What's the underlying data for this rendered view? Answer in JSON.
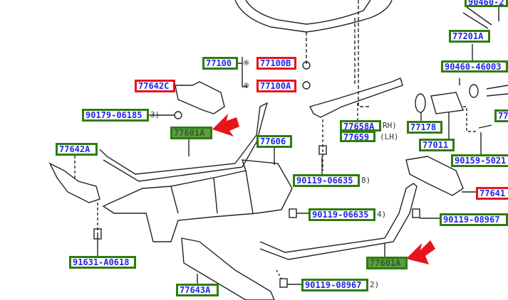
{
  "labels": [
    {
      "id": "90460-2x",
      "text": "90460-2",
      "kind": "normal"
    },
    {
      "id": "77201A",
      "text": "77201A",
      "kind": "normal"
    },
    {
      "id": "90460-46003",
      "text": "90460-46003",
      "kind": "normal"
    },
    {
      "id": "77100",
      "text": "77100",
      "kind": "normal"
    },
    {
      "id": "77100B",
      "text": "77100B",
      "kind": "missing"
    },
    {
      "id": "77100A",
      "text": "77100A",
      "kind": "missing"
    },
    {
      "id": "77642C",
      "text": "77642C",
      "kind": "missing"
    },
    {
      "id": "90179-06185",
      "text": "90179-06185",
      "kind": "normal"
    },
    {
      "id": "77601A-top",
      "text": "77601A",
      "kind": "highlighted"
    },
    {
      "id": "77606",
      "text": "77606",
      "kind": "normal"
    },
    {
      "id": "77642A",
      "text": "77642A",
      "kind": "normal"
    },
    {
      "id": "77658A",
      "text": "77658A",
      "kind": "normal"
    },
    {
      "id": "77659",
      "text": "77659",
      "kind": "normal"
    },
    {
      "id": "77178",
      "text": "77178",
      "kind": "normal"
    },
    {
      "id": "77011",
      "text": "77011",
      "kind": "normal"
    },
    {
      "id": "77-right",
      "text": "77",
      "kind": "normal"
    },
    {
      "id": "90159-5021",
      "text": "90159-5021",
      "kind": "normal"
    },
    {
      "id": "90119-06635-a",
      "text": "90119-06635",
      "kind": "normal"
    },
    {
      "id": "77641",
      "text": "77641",
      "kind": "missing"
    },
    {
      "id": "90119-06635-b",
      "text": "90119-06635",
      "kind": "normal"
    },
    {
      "id": "90119-08967-a",
      "text": "90119-08967",
      "kind": "normal"
    },
    {
      "id": "91631-A0618",
      "text": "91631-A0618",
      "kind": "normal"
    },
    {
      "id": "77601A-bottom",
      "text": "77601A",
      "kind": "highlighted"
    },
    {
      "id": "90119-08967-b",
      "text": "90119-08967",
      "kind": "normal"
    },
    {
      "id": "77643A",
      "text": "77643A",
      "kind": "normal"
    }
  ],
  "notes": {
    "asterisk_b": "※",
    "asterisk_a": "※",
    "qty_90179": "3)",
    "rh": "RH)",
    "lh": "(LH)",
    "qty_06635_a": "8)",
    "qty_06635_b": "4)",
    "qty_08967_b": "2)"
  },
  "colors": {
    "label_border": "#2e7d0e",
    "label_text": "#2525e8",
    "missing_border": "#e8141c",
    "highlight_fill": "#5e9c43",
    "arrow": "#e8141c"
  }
}
